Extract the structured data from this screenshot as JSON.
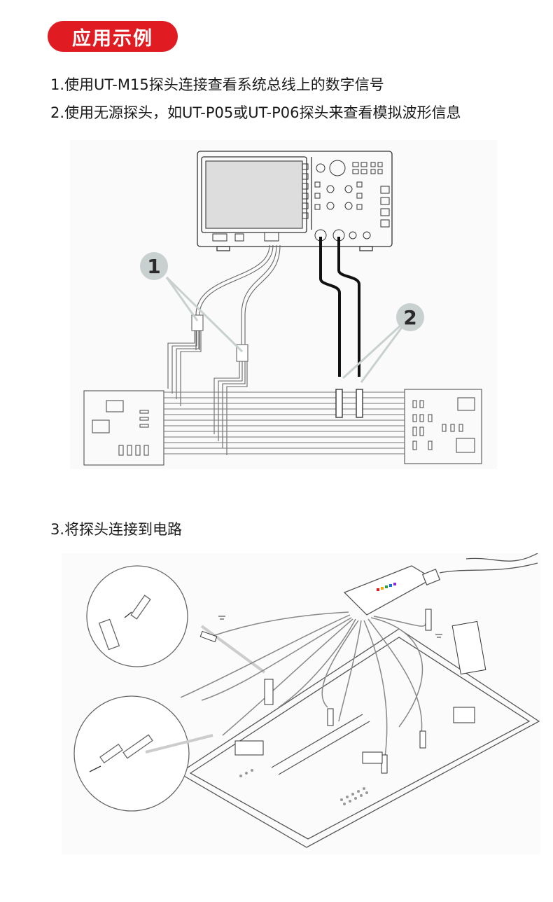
{
  "header": {
    "badge": "应用示例"
  },
  "instructions": [
    "1.使用UT-M15探头连接查看系统总线上的数字信号",
    "2.使用无源探头，如UT-P05或UT-P06探头来查看模拟波形信息",
    "3.将探头连接到电路"
  ],
  "figure1": {
    "callouts": [
      "1",
      "2"
    ]
  },
  "colors": {
    "badge": "#e01b22",
    "callout": "#c9d0d0"
  }
}
